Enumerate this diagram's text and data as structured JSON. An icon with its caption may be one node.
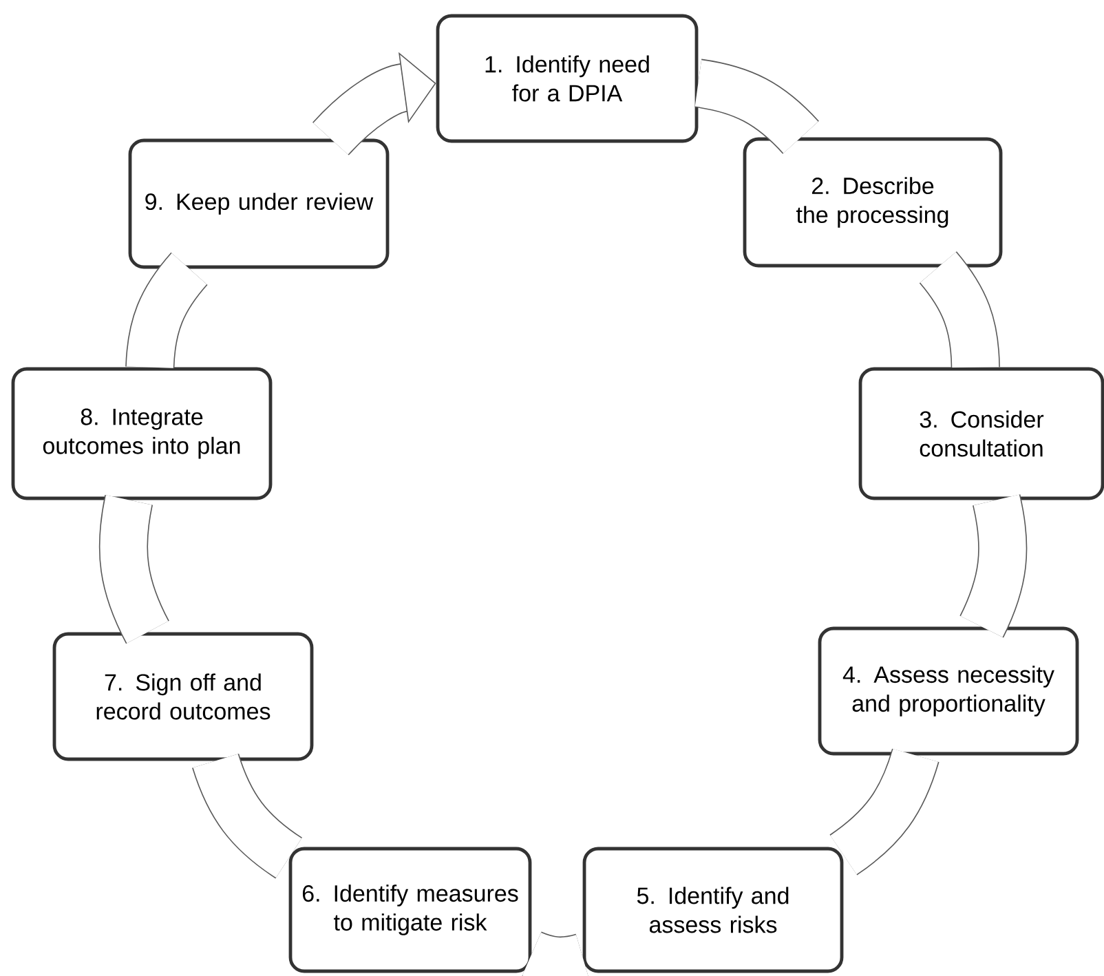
{
  "diagram": {
    "nodes": [
      {
        "text": [
          "1. Identify need for a DPIA"
        ]
      },
      {
        "text": [
          "2. Describe the processing"
        ]
      },
      {
        "text": [
          "3. Consider consultation"
        ]
      },
      {
        "text": [
          "4. Assess necessity and proportionality"
        ]
      },
      {
        "text": [
          "5. Identify and assess risks"
        ]
      },
      {
        "text": [
          "6. Identify measures to mitigate risk"
        ]
      },
      {
        "text": [
          "7. Sign off and record outcomes"
        ]
      },
      {
        "text": [
          "8. Integrate outcomes into plan"
        ]
      },
      {
        "text": [
          "9. Keep under review"
        ]
      }
    ],
    "edges": [
      {
        "from": 0,
        "to": 1,
        "arrow": "none"
      },
      {
        "from": 1,
        "to": 2,
        "arrow": "none"
      },
      {
        "from": 2,
        "to": 3,
        "arrow": "none"
      },
      {
        "from": 3,
        "to": 4,
        "arrow": "none"
      },
      {
        "from": 4,
        "to": 5,
        "arrow": "none"
      },
      {
        "from": 5,
        "to": 6,
        "arrow": "none"
      },
      {
        "from": 6,
        "to": 7,
        "arrow": "none"
      },
      {
        "from": 7,
        "to": 8,
        "arrow": "none"
      },
      {
        "from": 8,
        "to": 0,
        "arrow": "to"
      }
    ]
  }
}
